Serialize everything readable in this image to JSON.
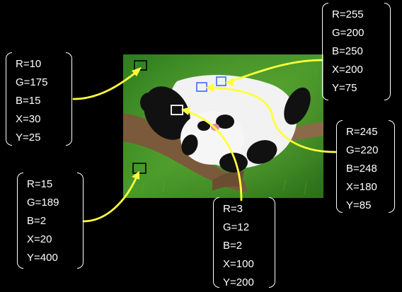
{
  "colors": {
    "background": "#000000",
    "connector": "#ffff3c",
    "sample_dark": "#000000",
    "sample_light": "#ffffff",
    "sample_blue": "#3a6cff"
  },
  "boxes": [
    {
      "id": "tl",
      "lines": [
        "R=10",
        "G=175",
        "B=15",
        "X=30",
        "Y=25"
      ]
    },
    {
      "id": "bl",
      "lines": [
        "R=15",
        "G=189",
        "B=2",
        "X=20",
        "Y=400"
      ]
    },
    {
      "id": "bm",
      "lines": [
        "R=3",
        "G=12",
        "B=2",
        "X=100",
        "Y=200"
      ]
    },
    {
      "id": "tr",
      "lines": [
        "R=255",
        "G=200",
        "B=250",
        "X=200",
        "Y=75"
      ]
    },
    {
      "id": "mr",
      "lines": [
        "R=245",
        "G=220",
        "B=248",
        "X=180",
        "Y=85"
      ]
    }
  ]
}
